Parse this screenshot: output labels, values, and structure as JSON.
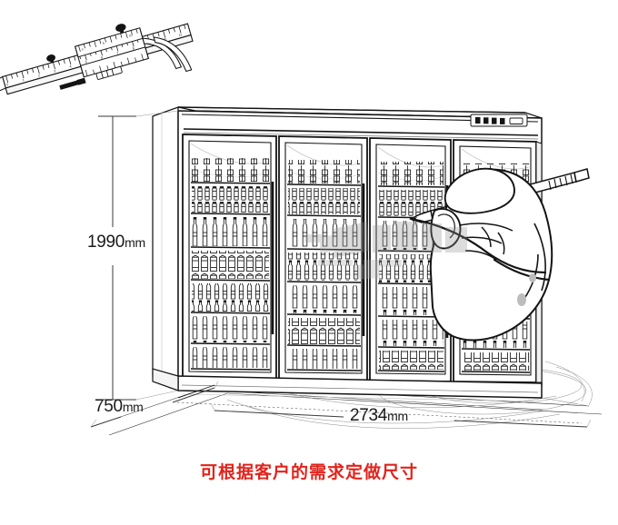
{
  "page": {
    "kind": "product-line-drawing",
    "background_color": "#ffffff",
    "ink_color": "#111111"
  },
  "dimensions": {
    "height": {
      "value": "1990",
      "unit": "mm",
      "name": "cabinet-height"
    },
    "depth": {
      "value": "750",
      "unit": "mm",
      "name": "cabinet-depth"
    },
    "width": {
      "value": "2734",
      "unit": "mm",
      "name": "cabinet-width"
    }
  },
  "caption": {
    "text": "可根据客户的需求定做尺寸",
    "color": "#e0241c"
  },
  "product": {
    "type": "four-door-glass-display-refrigerator",
    "door_count": 4,
    "shelves_per_door": 6,
    "control_panel": {
      "button_count": 5,
      "position": "top-right"
    }
  },
  "tools": {
    "caliper": {
      "name": "vernier-caliper",
      "position": "top-left"
    },
    "hand": {
      "name": "hand-holding-pencil",
      "position": "right"
    }
  },
  "watermark": {
    "present": true,
    "color": "#9a9a9a"
  }
}
